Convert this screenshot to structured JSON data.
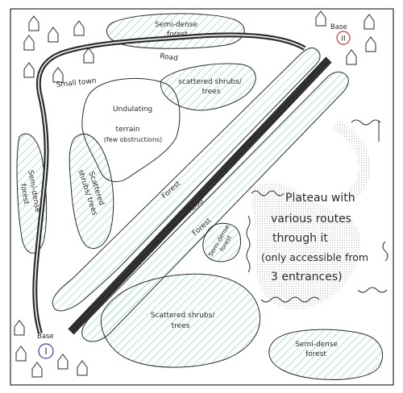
{
  "map": {
    "colors": {
      "paper": "#ffffff",
      "ink": "#2a2a2a",
      "forest_hatch": "#8fd1b3",
      "road_hatch": "#555555",
      "plateau_dot": "#9a9a9a",
      "base_1": "#3d3da8",
      "base_2": "#c83a3a"
    },
    "labels": {
      "semi_dense_top": [
        "Semi-dense",
        "forest"
      ],
      "road_top": "Road",
      "small_town": "Small town",
      "scattered_top_right": [
        "scattered shrubs/",
        "trees"
      ],
      "undulating": [
        "Undulating",
        "terrain",
        "(few obstructions)"
      ],
      "semi_dense_left": [
        "Semi-dense",
        "forest"
      ],
      "scattered_left": [
        "Scattered",
        "shrubs/ trees"
      ],
      "forest_upper": "Forest",
      "road_diag": "Road",
      "forest_lower": "Forest",
      "semi_dense_small": [
        "Semi-dense",
        "forest"
      ],
      "plateau": [
        "Plateau with",
        "various routes",
        "through it",
        "(only accessible from",
        "3 entrances)"
      ],
      "scattered_bottom": [
        "Scattered shrubs/",
        "trees"
      ],
      "semi_dense_bottom_right": [
        "Semi-dense",
        "forest"
      ]
    },
    "bases": {
      "base_1": {
        "label": "Base",
        "numeral": "I"
      },
      "base_2": {
        "label": "Base",
        "numeral": "II"
      }
    },
    "icons": [
      "house-icon"
    ]
  }
}
